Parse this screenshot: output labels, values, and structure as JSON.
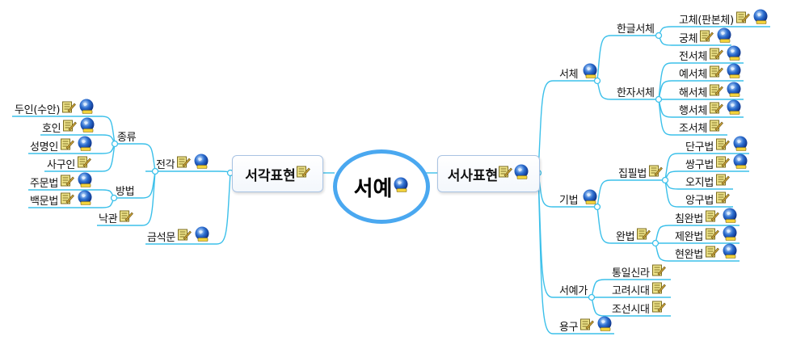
{
  "center": {
    "label": "서예"
  },
  "left_branch": {
    "label": "서각표현",
    "jeongak": {
      "label": "전각",
      "jongryu": {
        "label": "종류",
        "children": [
          "두인(수안)",
          "호인",
          "성명인",
          "사구인"
        ]
      },
      "bangbeop": {
        "label": "방법",
        "children": [
          "주문법",
          "백문법"
        ]
      },
      "nakgwan": "낙관"
    },
    "geumseokmun": "금석문"
  },
  "right_branch": {
    "label": "서사표현",
    "seoche": {
      "label": "서체",
      "hangeul": {
        "label": "한글서체",
        "children": [
          "고체(판본체)",
          "궁체"
        ]
      },
      "hanja": {
        "label": "한자서체",
        "children": [
          "전서체",
          "예서체",
          "해서체",
          "행서체",
          "조서체"
        ]
      }
    },
    "gibeop": {
      "label": "기법",
      "jippil": {
        "label": "집필법",
        "children": [
          "단구법",
          "쌍구법",
          "오지법",
          "앙구법"
        ]
      },
      "wanbeop": {
        "label": "완법",
        "children": [
          "침완법",
          "제완법",
          "현완법"
        ]
      }
    },
    "seoyega": {
      "label": "서예가",
      "children": [
        "통일신라",
        "고려시대",
        "조선시대"
      ]
    },
    "yonggu": "용구"
  },
  "colors": {
    "link": "#3cc0ea",
    "center_border": "#4aa8f0",
    "box_border": "#a9c3e3"
  }
}
